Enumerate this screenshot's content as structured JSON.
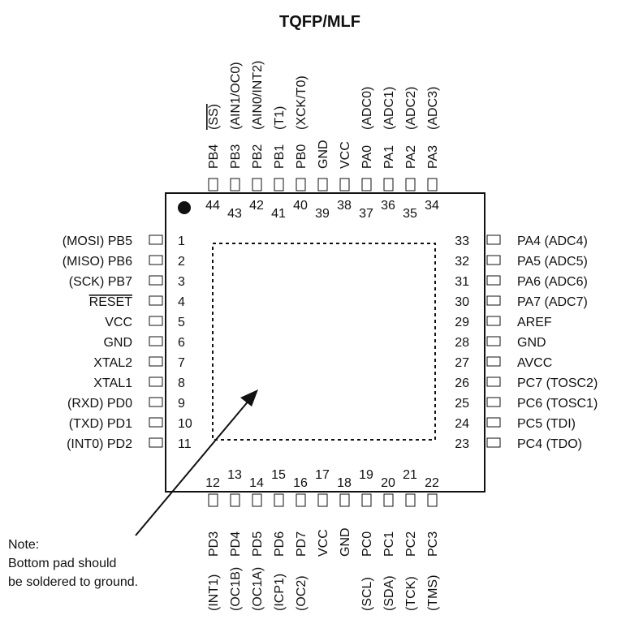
{
  "title": "TQFP/MLF",
  "left_pins": [
    {
      "num": "1",
      "label": "(MOSI)  PB5"
    },
    {
      "num": "2",
      "label": "(MISO)  PB6"
    },
    {
      "num": "3",
      "label": "(SCK)  PB7"
    },
    {
      "num": "4",
      "label": "RESET",
      "overline": true
    },
    {
      "num": "5",
      "label": "VCC"
    },
    {
      "num": "6",
      "label": "GND"
    },
    {
      "num": "7",
      "label": "XTAL2"
    },
    {
      "num": "8",
      "label": "XTAL1"
    },
    {
      "num": "9",
      "label": "(RXD)  PD0"
    },
    {
      "num": "10",
      "label": "(TXD)  PD1"
    },
    {
      "num": "11",
      "label": "(INT0)  PD2"
    }
  ],
  "right_pins": [
    {
      "num": "33",
      "label": "PA4  (ADC4)"
    },
    {
      "num": "32",
      "label": "PA5  (ADC5)"
    },
    {
      "num": "31",
      "label": "PA6  (ADC6)"
    },
    {
      "num": "30",
      "label": "PA7  (ADC7)"
    },
    {
      "num": "29",
      "label": "AREF"
    },
    {
      "num": "28",
      "label": "GND"
    },
    {
      "num": "27",
      "label": "AVCC"
    },
    {
      "num": "26",
      "label": "PC7  (TOSC2)"
    },
    {
      "num": "25",
      "label": "PC6  (TOSC1)"
    },
    {
      "num": "24",
      "label": "PC5  (TDI)"
    },
    {
      "num": "23",
      "label": "PC4  (TDO)"
    }
  ],
  "top_pins": [
    {
      "num": "44",
      "name": "PB4",
      "func": "(SS)",
      "overline": true
    },
    {
      "num": "43",
      "name": "PB3",
      "func": "(AIN1/OC0)"
    },
    {
      "num": "42",
      "name": "PB2",
      "func": "(AIN0/INT2)"
    },
    {
      "num": "41",
      "name": "PB1",
      "func": "(T1)"
    },
    {
      "num": "40",
      "name": "PB0",
      "func": "(XCK/T0)"
    },
    {
      "num": "39",
      "name": "GND",
      "func": ""
    },
    {
      "num": "38",
      "name": "VCC",
      "func": ""
    },
    {
      "num": "37",
      "name": "PA0",
      "func": "(ADC0)"
    },
    {
      "num": "36",
      "name": "PA1",
      "func": "(ADC1)"
    },
    {
      "num": "35",
      "name": "PA2",
      "func": "(ADC2)"
    },
    {
      "num": "34",
      "name": "PA3",
      "func": "(ADC3)"
    }
  ],
  "bottom_pins": [
    {
      "num": "12",
      "name": "PD3",
      "func": "(INT1)"
    },
    {
      "num": "13",
      "name": "PD4",
      "func": "(OC1B)"
    },
    {
      "num": "14",
      "name": "PD5",
      "func": "(OC1A)"
    },
    {
      "num": "15",
      "name": "PD6",
      "func": "(ICP1)"
    },
    {
      "num": "16",
      "name": "PD7",
      "func": "(OC2)"
    },
    {
      "num": "17",
      "name": "VCC",
      "func": ""
    },
    {
      "num": "18",
      "name": "GND",
      "func": ""
    },
    {
      "num": "19",
      "name": "PC0",
      "func": "(SCL)"
    },
    {
      "num": "20",
      "name": "PC1",
      "func": "(SDA)"
    },
    {
      "num": "21",
      "name": "PC2",
      "func": "(TCK)"
    },
    {
      "num": "22",
      "name": "PC3",
      "func": "(TMS)"
    }
  ],
  "note": {
    "line1": "Note:",
    "line2": "Bottom pad should",
    "line3": "be soldered to ground."
  }
}
